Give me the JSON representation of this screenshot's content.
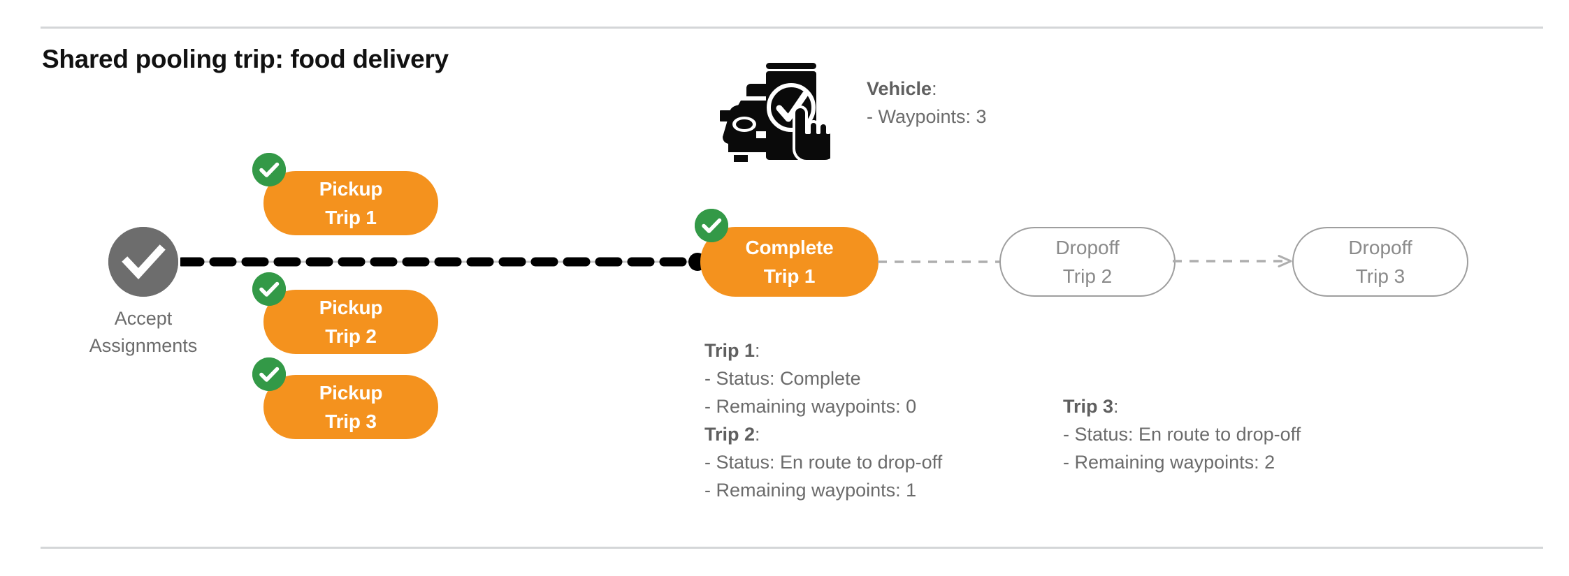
{
  "slide": {
    "title": "Shared pooling trip: food delivery"
  },
  "colors": {
    "pill_orange": "#f4921e",
    "badge_green": "#339947",
    "node_gray": "#6d6d6d",
    "outline_gray": "#9e9e9e",
    "text_gray": "#6b6b6b",
    "connector_black": "#000000",
    "connector_gray": "#aeaeae",
    "divider": "#d4d6d8"
  },
  "start_node": {
    "icon": "check-circle-icon",
    "label_line1": "Accept",
    "label_line2": "Assignments"
  },
  "pickup_steps": [
    {
      "line1": "Pickup",
      "line2": "Trip 1",
      "badge": "check-badge-icon",
      "state": "done"
    },
    {
      "line1": "Pickup",
      "line2": "Trip 2",
      "badge": "check-badge-icon",
      "state": "done"
    },
    {
      "line1": "Pickup",
      "line2": "Trip 3",
      "badge": "check-badge-icon",
      "state": "done"
    }
  ],
  "complete_step": {
    "line1": "Complete",
    "line2": "Trip 1",
    "badge": "check-badge-icon",
    "state": "done"
  },
  "dropoff_steps": [
    {
      "line1": "Dropoff",
      "line2": "Trip 2",
      "state": "pending"
    },
    {
      "line1": "Dropoff",
      "line2": "Trip 3",
      "state": "pending"
    }
  ],
  "vehicle": {
    "icon": "vehicle-phone-check-icon",
    "heading": "Vehicle",
    "heading_colon": ":",
    "waypoints_line": "- Waypoints: 3"
  },
  "trip_details": {
    "trip1": {
      "heading": "Trip 1",
      "heading_colon": ":",
      "status_line": "- Status:  Complete",
      "waypoints_line": "- Remaining waypoints: 0"
    },
    "trip2": {
      "heading": "Trip 2",
      "heading_colon": ":",
      "status_line": "- Status:  En route to drop-off",
      "waypoints_line": "- Remaining waypoints: 1"
    },
    "trip3": {
      "heading": "Trip 3",
      "heading_colon": ":",
      "status_line": "- Status:  En route to drop-off",
      "waypoints_line": "- Remaining waypoints: 2"
    }
  }
}
